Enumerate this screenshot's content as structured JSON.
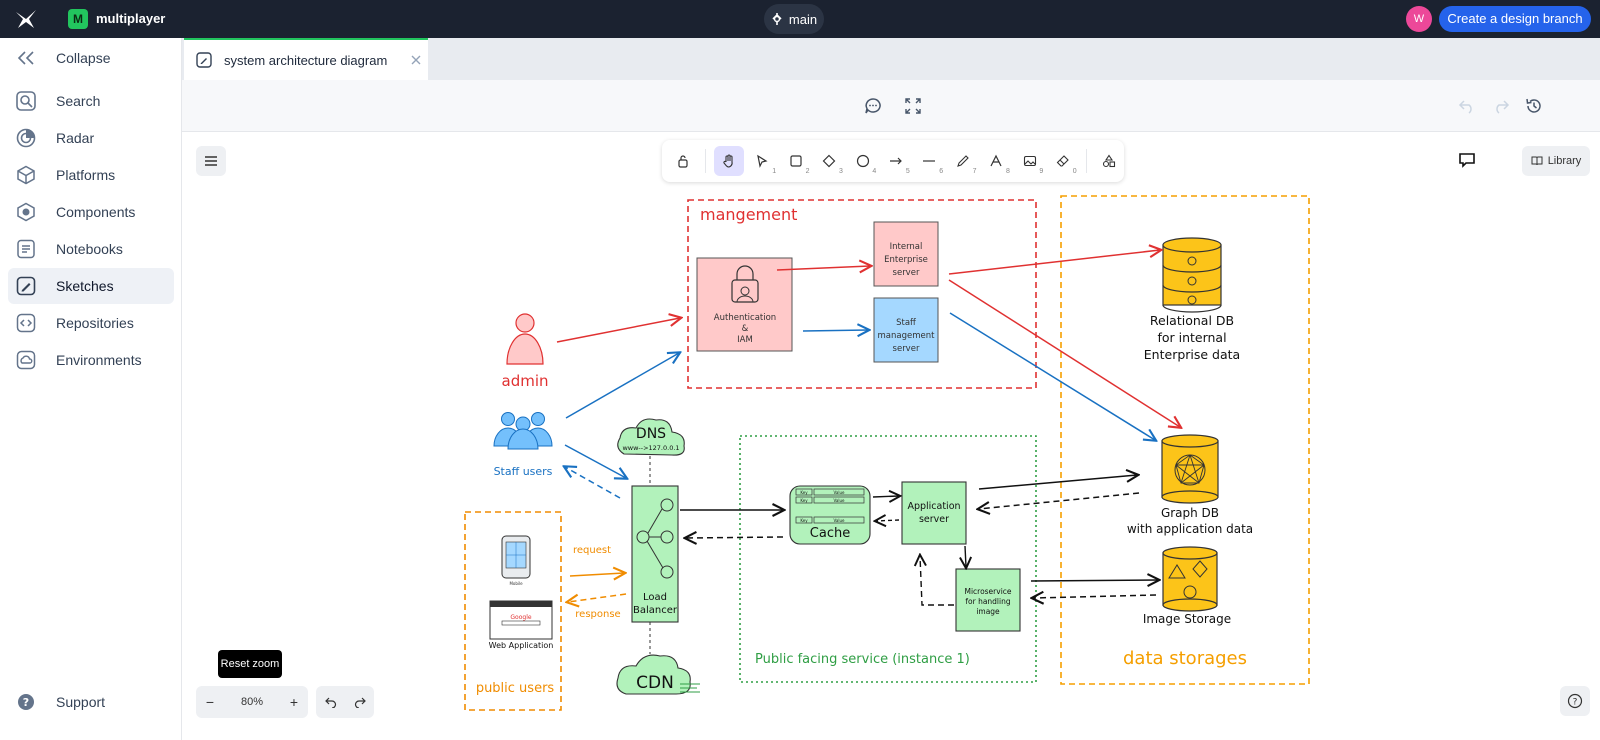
{
  "app": {
    "workspace_initial": "M",
    "workspace_name": "multiplayer",
    "branch": "main",
    "user_initial": "W",
    "cta": "Create a design branch"
  },
  "sidebar": {
    "collapse": "Collapse",
    "items": [
      {
        "label": "Search",
        "icon": "search-icon"
      },
      {
        "label": "Radar",
        "icon": "radar-icon"
      },
      {
        "label": "Platforms",
        "icon": "platforms-icon"
      },
      {
        "label": "Components",
        "icon": "components-icon"
      },
      {
        "label": "Notebooks",
        "icon": "notebook-icon"
      },
      {
        "label": "Sketches",
        "icon": "sketch-icon",
        "active": true
      },
      {
        "label": "Repositories",
        "icon": "repository-icon"
      },
      {
        "label": "Environments",
        "icon": "environment-icon"
      }
    ],
    "support": "Support"
  },
  "tab": {
    "title": "system architecture diagram"
  },
  "canvas": {
    "library": "Library",
    "zoom": "80%",
    "tooltip": "Reset zoom",
    "tool_numbers": [
      "1",
      "2",
      "3",
      "4",
      "5",
      "6",
      "7",
      "8",
      "9",
      "0"
    ]
  },
  "diagram": {
    "management": "mangement",
    "auth": [
      "Authentication",
      "&",
      "IAM"
    ],
    "internal_server": [
      "Internal",
      "Enterprise",
      "server"
    ],
    "staff_server": [
      "Staff",
      "management",
      "server"
    ],
    "relational_db": [
      "Relational DB",
      "for internal",
      "Enterprise data"
    ],
    "graph_db": [
      "Graph DB",
      "with application data"
    ],
    "image_storage": "Image Storage",
    "data_storages": "data storages",
    "admin": "admin",
    "staff_users": "Staff users",
    "dns": "DNS",
    "dns_ip": "www-->127.0.0.1",
    "load_balancer": [
      "Load",
      "Balancer"
    ],
    "cache": "Cache",
    "cache_key": "Key",
    "cache_value": "Value",
    "app_server": [
      "Application",
      "server"
    ],
    "microservice": [
      "Microservice",
      "for handling",
      "image"
    ],
    "public_service": "Public facing service (instance 1)",
    "request": "request",
    "response": "response",
    "mobile": "Mobile",
    "google": "Google",
    "web_app": "Web Application",
    "public_users": "public users",
    "cdn": "CDN",
    "colors": {
      "red": "#e03131",
      "blue": "#1971c2",
      "orange": "#f08c00",
      "green": "#2f9e44",
      "yellow": "#fcc419"
    }
  }
}
